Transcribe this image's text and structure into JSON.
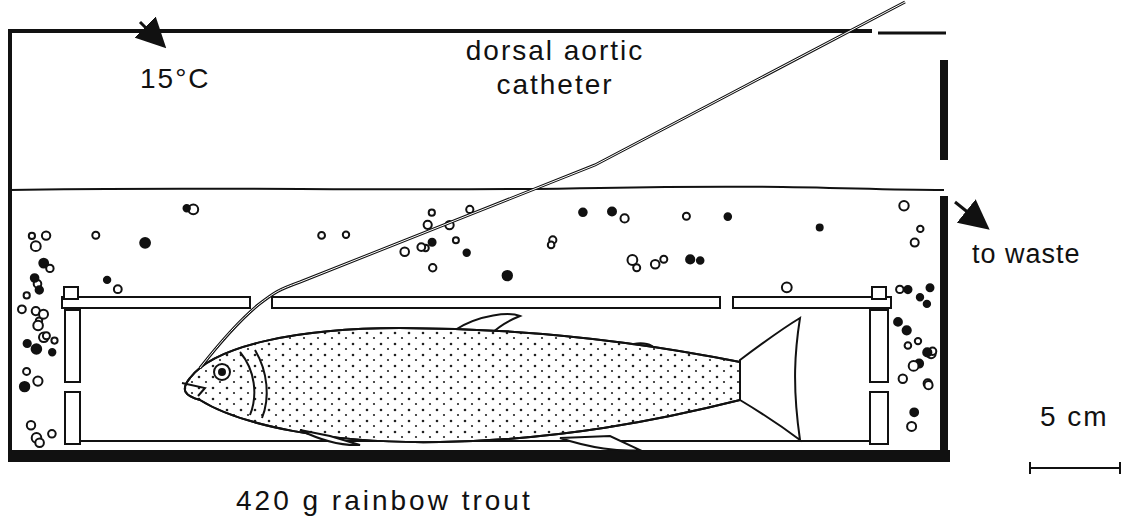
{
  "diagram": {
    "labels": [
      "15°C",
      "dorsal aortic catheter",
      "to waste",
      "5 cm",
      "420 g rainbow trout"
    ]
  }
}
